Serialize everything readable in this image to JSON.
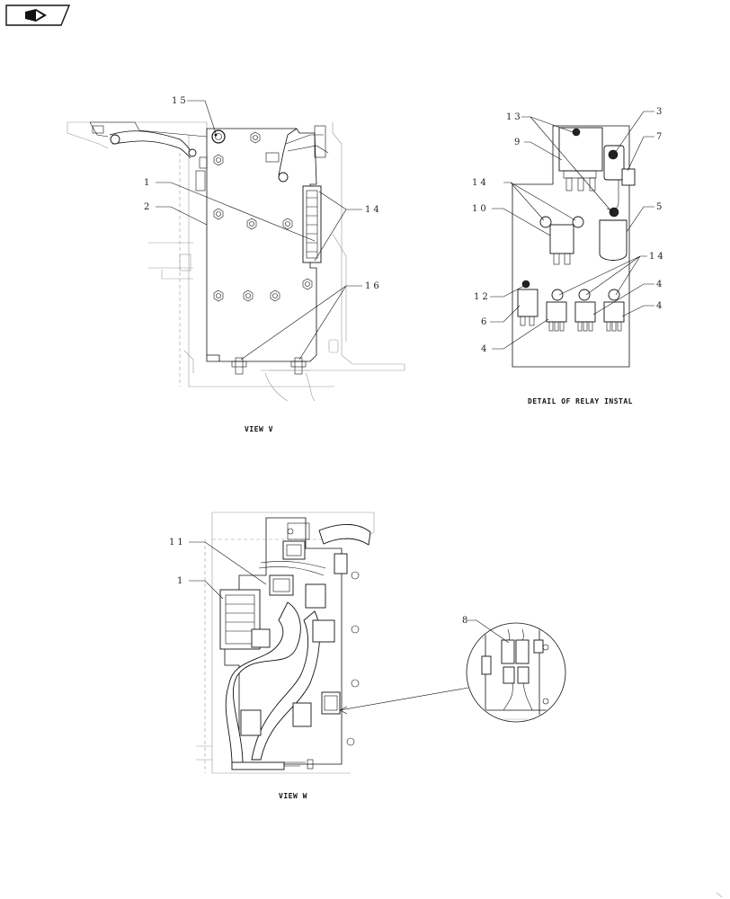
{
  "toolbar": {
    "nav_icon": "arrow-shield-icon"
  },
  "view_v": {
    "caption": "VIEW V",
    "callouts": [
      "15",
      "1",
      "2",
      "14",
      "16"
    ]
  },
  "relay_detail": {
    "caption": "DETAIL OF RELAY INSTAL",
    "callouts": [
      "13",
      "9",
      "3",
      "7",
      "14",
      "10",
      "5",
      "14",
      "12",
      "6",
      "4",
      "4",
      "4"
    ]
  },
  "view_w": {
    "caption": "VIEW W",
    "callouts": [
      "11",
      "1"
    ]
  },
  "zoom_detail": {
    "callouts": [
      "8"
    ]
  }
}
